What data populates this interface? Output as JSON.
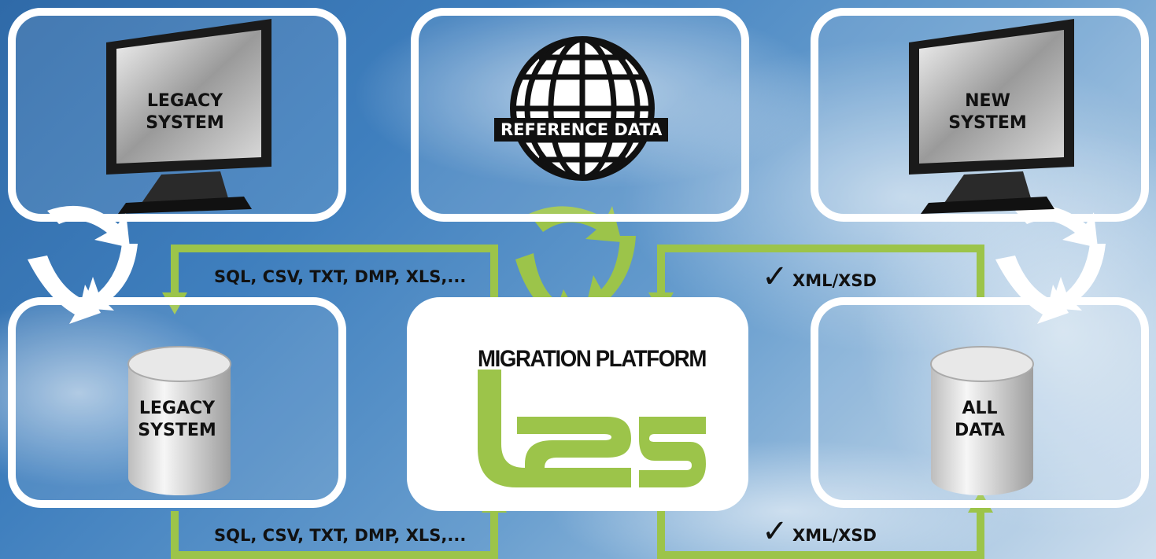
{
  "boxes": {
    "legacy_monitor": "LEGACY\nSYSTEM",
    "reference": "REFERENCE DATA",
    "new_monitor": "NEW\nSYSTEM",
    "legacy_db": "LEGACY\nSYSTEM",
    "all_data": "ALL\nDATA"
  },
  "platform": {
    "title": "MIGRATION PLATFORM",
    "logo": "t2s"
  },
  "flows": {
    "top_left": "SQL, CSV, TXT, DMP, XLS,...",
    "bottom_left": "SQL, CSV, TXT, DMP, XLS,...",
    "top_right": "XML/XSD",
    "bottom_right": "XML/XSD",
    "check_mark": "✓"
  },
  "colors": {
    "accent_green": "#9cc44a",
    "frame": "#ffffff",
    "text": "#111111"
  }
}
